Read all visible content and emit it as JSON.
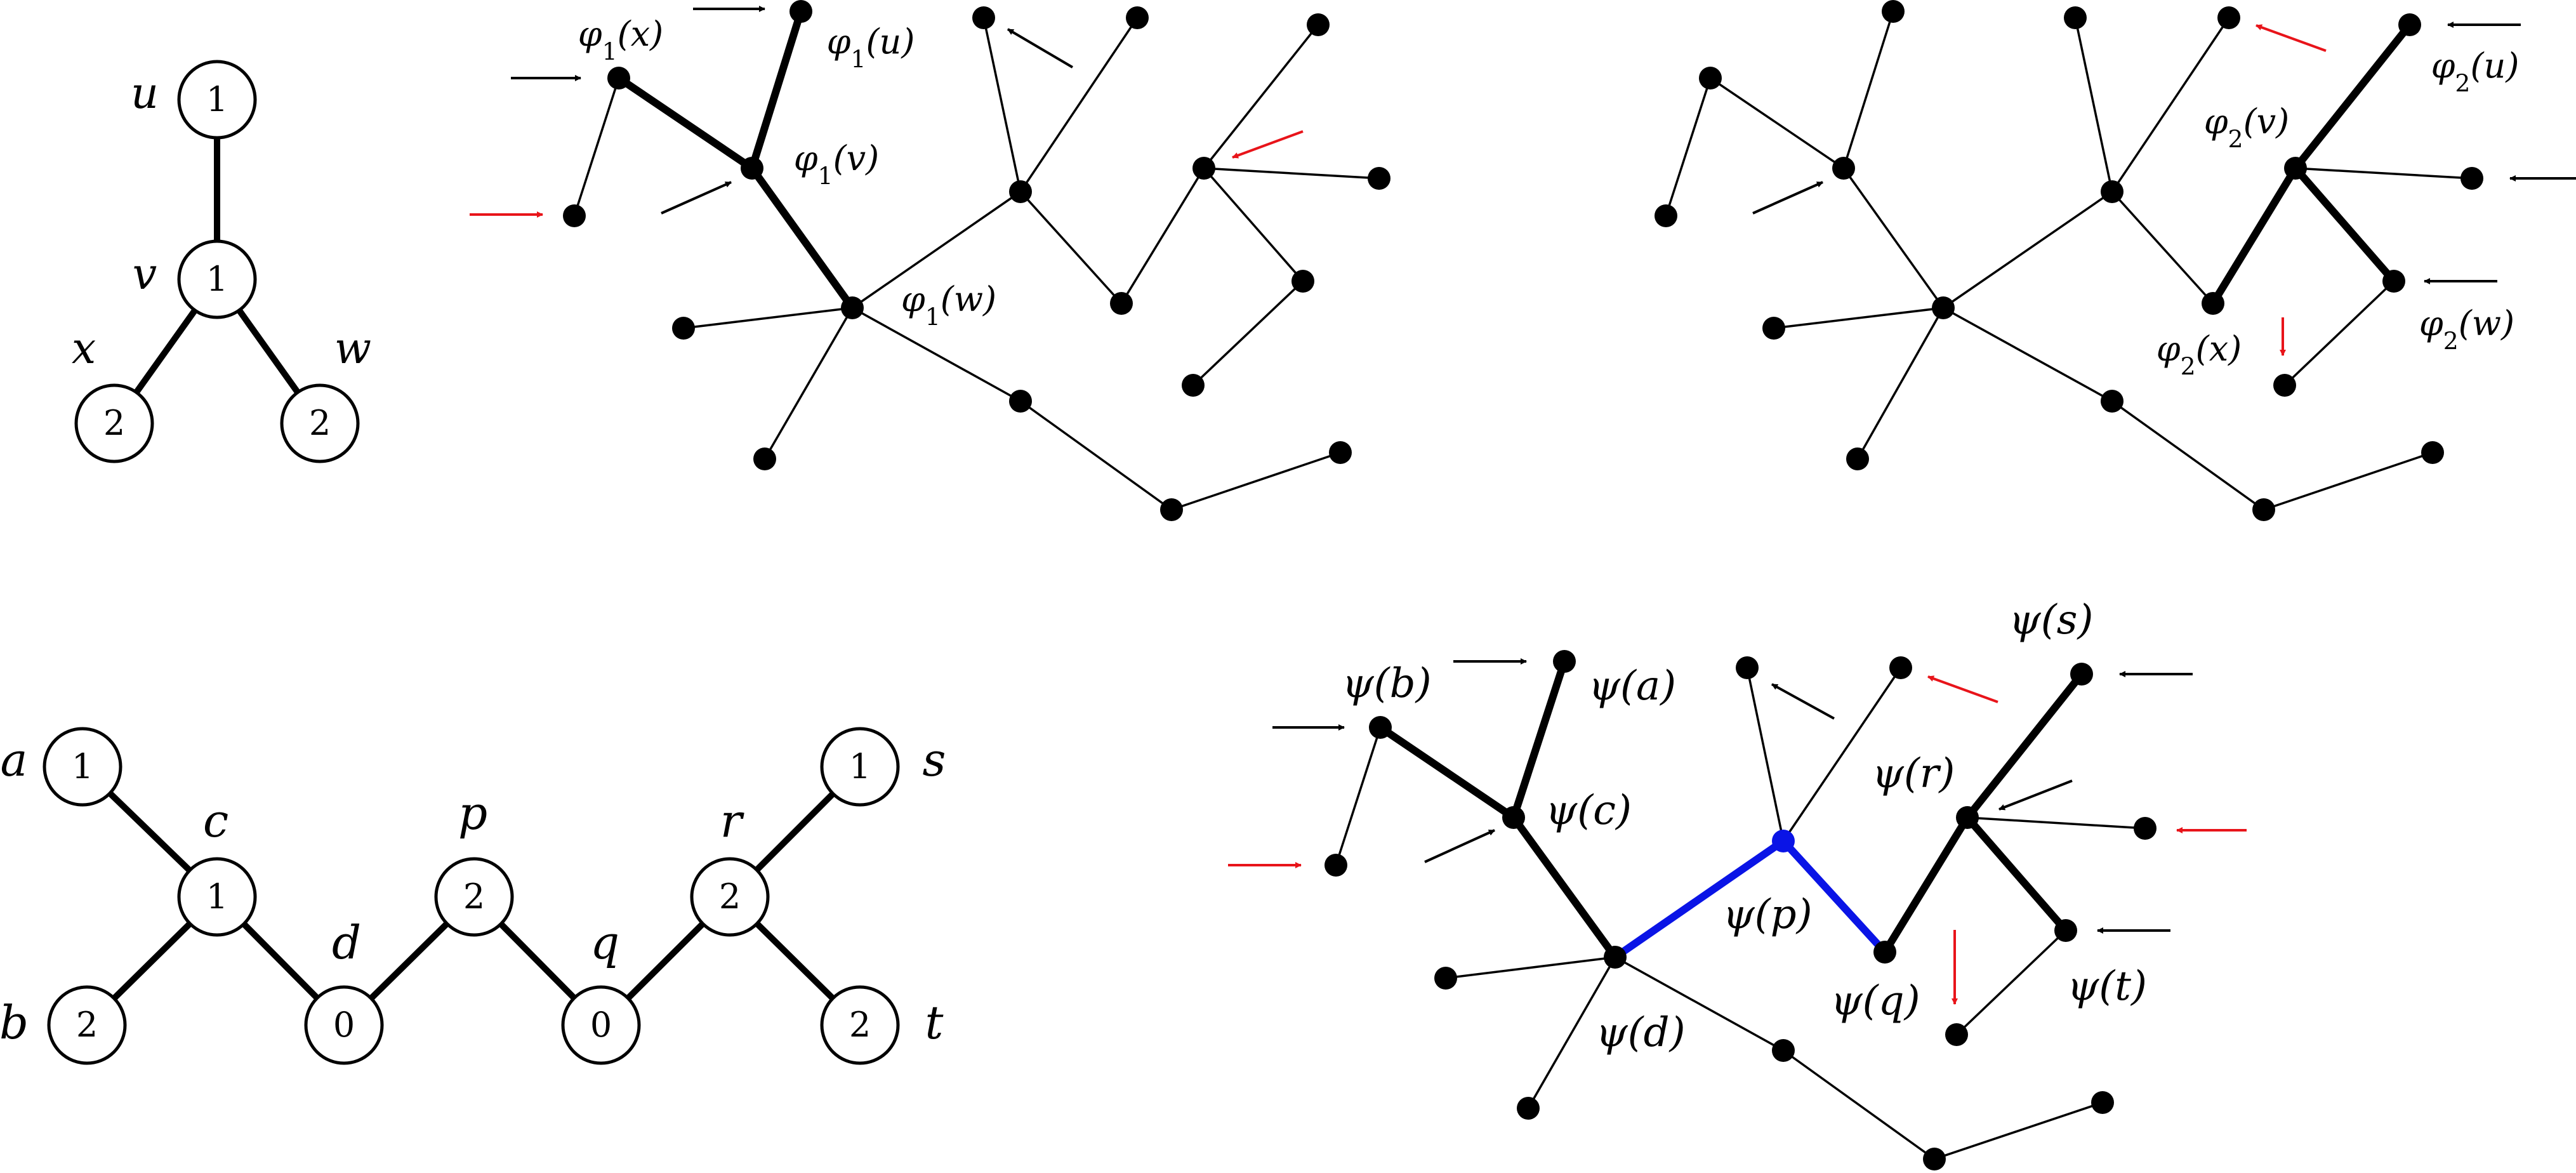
{
  "colors": {
    "ink": "#000000",
    "arrow_red": "#e8141a",
    "highlight_blue": "#0a14e6",
    "node_fill": "#ffffff"
  },
  "pattern_small": {
    "labels": {
      "u": "u",
      "v": "v",
      "x": "x",
      "w": "w"
    },
    "values": {
      "u": "1",
      "v": "1",
      "x": "2",
      "w": "2"
    }
  },
  "pattern_long": {
    "labels": {
      "a": "a",
      "b": "b",
      "c": "c",
      "d": "d",
      "p": "p",
      "q": "q",
      "r": "r",
      "s": "s",
      "t": "t"
    },
    "values": {
      "a": "1",
      "b": "2",
      "c": "1",
      "d": "0",
      "p": "2",
      "q": "0",
      "r": "2",
      "s": "1",
      "t": "2"
    }
  },
  "host_1": {
    "labels": {
      "x": "φ1(x)",
      "u": "φ1(u)",
      "v": "φ1(v)",
      "w": "φ1(w)"
    }
  },
  "host_2": {
    "labels": {
      "u": "φ2(u)",
      "v": "φ2(v)",
      "x": "φ2(x)",
      "w": "φ2(w)"
    }
  },
  "host_3": {
    "labels": {
      "b": "ψ(b)",
      "a": "ψ(a)",
      "c": "ψ(c)",
      "d": "ψ(d)",
      "p": "ψ(p)",
      "q": "ψ(q)",
      "r": "ψ(r)",
      "s": "ψ(s)",
      "t": "ψ(t)"
    }
  }
}
